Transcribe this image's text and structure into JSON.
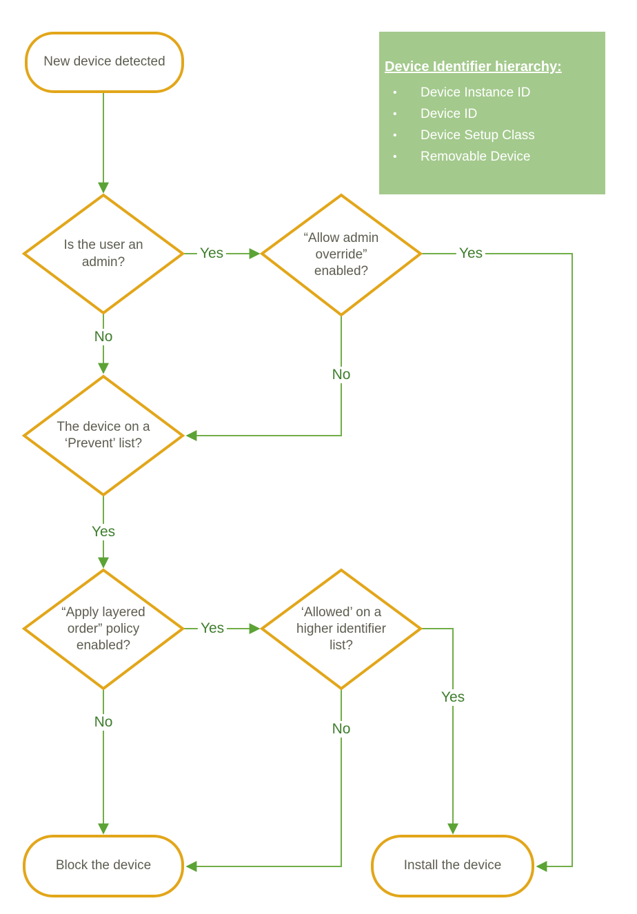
{
  "colors": {
    "shape_border": "#e2a61a",
    "connector_line": "#70ad47",
    "arrowhead": "#5ba335",
    "edge_label_text": "#3e7d2d",
    "node_text": "#5d5c50",
    "info_box_bg": "#a3c98c",
    "info_box_text": "#ffffff"
  },
  "nodes": {
    "start": {
      "label": "New device detected"
    },
    "is_user_admin": {
      "label": "Is the user an admin?"
    },
    "allow_admin_override": {
      "label": "“Allow admin override” enabled?"
    },
    "prevent_list": {
      "label": "The device on a ‘Prevent’ list?"
    },
    "apply_layered_order": {
      "label": "“Apply layered order” policy enabled?"
    },
    "allowed_higher_identifier": {
      "label": "‘Allowed’ on a higher identifier list?"
    },
    "block": {
      "label": "Block the device"
    },
    "install": {
      "label": "Install the device"
    }
  },
  "edge_labels": {
    "admin_yes": "Yes",
    "admin_no": "No",
    "override_yes": "Yes",
    "override_no": "No",
    "prevent_yes": "Yes",
    "layered_yes": "Yes",
    "layered_no": "No",
    "higher_yes": "Yes",
    "higher_no": "No"
  },
  "info_box": {
    "title": "Device Identifier hierarchy:",
    "bullet": "•",
    "items": [
      "Device Instance ID",
      "Device ID",
      "Device Setup Class",
      "Removable Device"
    ]
  }
}
